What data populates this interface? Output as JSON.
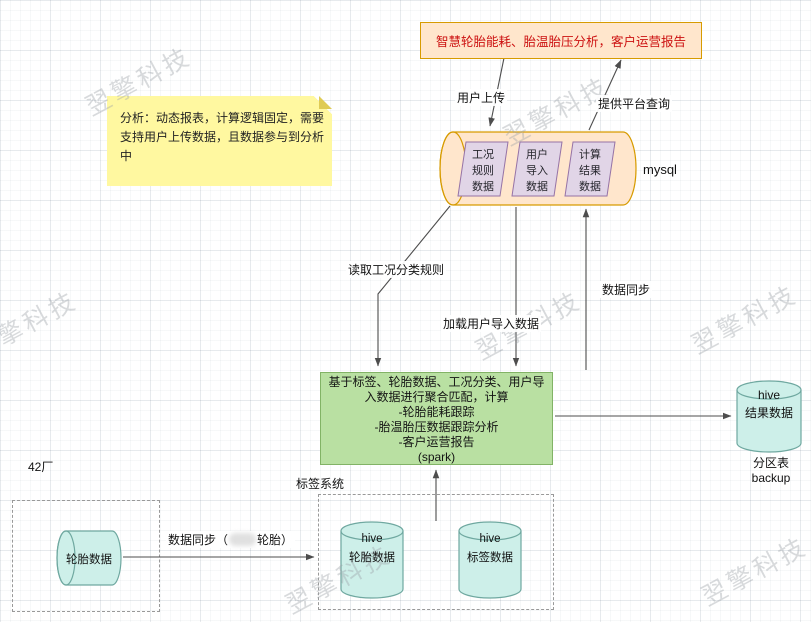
{
  "watermark": {
    "text": "翌擎科技"
  },
  "colors": {
    "orange_fill": "#FFE6CC",
    "orange_stroke": "#D79B00",
    "purple_fill": "#E1D5E7",
    "purple_stroke": "#9673A6",
    "green_fill": "#B9E0A2",
    "green_stroke": "#82B366",
    "aqua_fill": "#CDEFE9",
    "aqua_stroke": "#6FA8A0",
    "note_fill": "#FFF8A0",
    "report_text": "#CC1111",
    "line": "#4D4D4D"
  },
  "nodes": {
    "report_box": {
      "label": "智慧轮胎能耗、胎温胎压分析，客户运营报告"
    },
    "note": {
      "lines": [
        "分析：动态报表，计算逻辑固定，需要",
        "支持用户上传数据，且数据参与到分析",
        "中"
      ]
    },
    "mysql": {
      "label": "mysql",
      "items": [
        {
          "lines": [
            "工况",
            "规则",
            "数据"
          ]
        },
        {
          "lines": [
            "用户",
            "导入",
            "数据"
          ]
        },
        {
          "lines": [
            "计算",
            "结果",
            "数据"
          ]
        }
      ]
    },
    "spark_box": {
      "lines": [
        "基于标签、轮胎数据、工况分类、用户导",
        "入数据进行聚合匹配，计算",
        "-轮胎能耗跟踪",
        "-胎温胎压数据跟踪分析",
        "-客户运营报告",
        "(spark)"
      ]
    },
    "hive_result": {
      "name": "hive",
      "label": "结果数据",
      "caption_lines": [
        "分区表",
        "backup"
      ]
    },
    "factory": {
      "group_label": "42厂",
      "cylinder_label": "轮胎数据"
    },
    "tag_system": {
      "group_label": "标签系统",
      "cylinders": [
        {
          "name": "hive",
          "label": "轮胎数据"
        },
        {
          "name": "hive",
          "label": "标签数据"
        }
      ]
    }
  },
  "edges": {
    "user_upload": {
      "label": "用户上传"
    },
    "platform_query": {
      "label": "提供平台查询"
    },
    "read_rules": {
      "label": "读取工况分类规则"
    },
    "load_user_data": {
      "label": "加载用户导入数据"
    },
    "sync_to_mysql": {
      "label": "数据同步"
    },
    "factory_sync": {
      "prefix": "数据同步（",
      "suffix": "轮胎）",
      "redacted": true
    }
  }
}
